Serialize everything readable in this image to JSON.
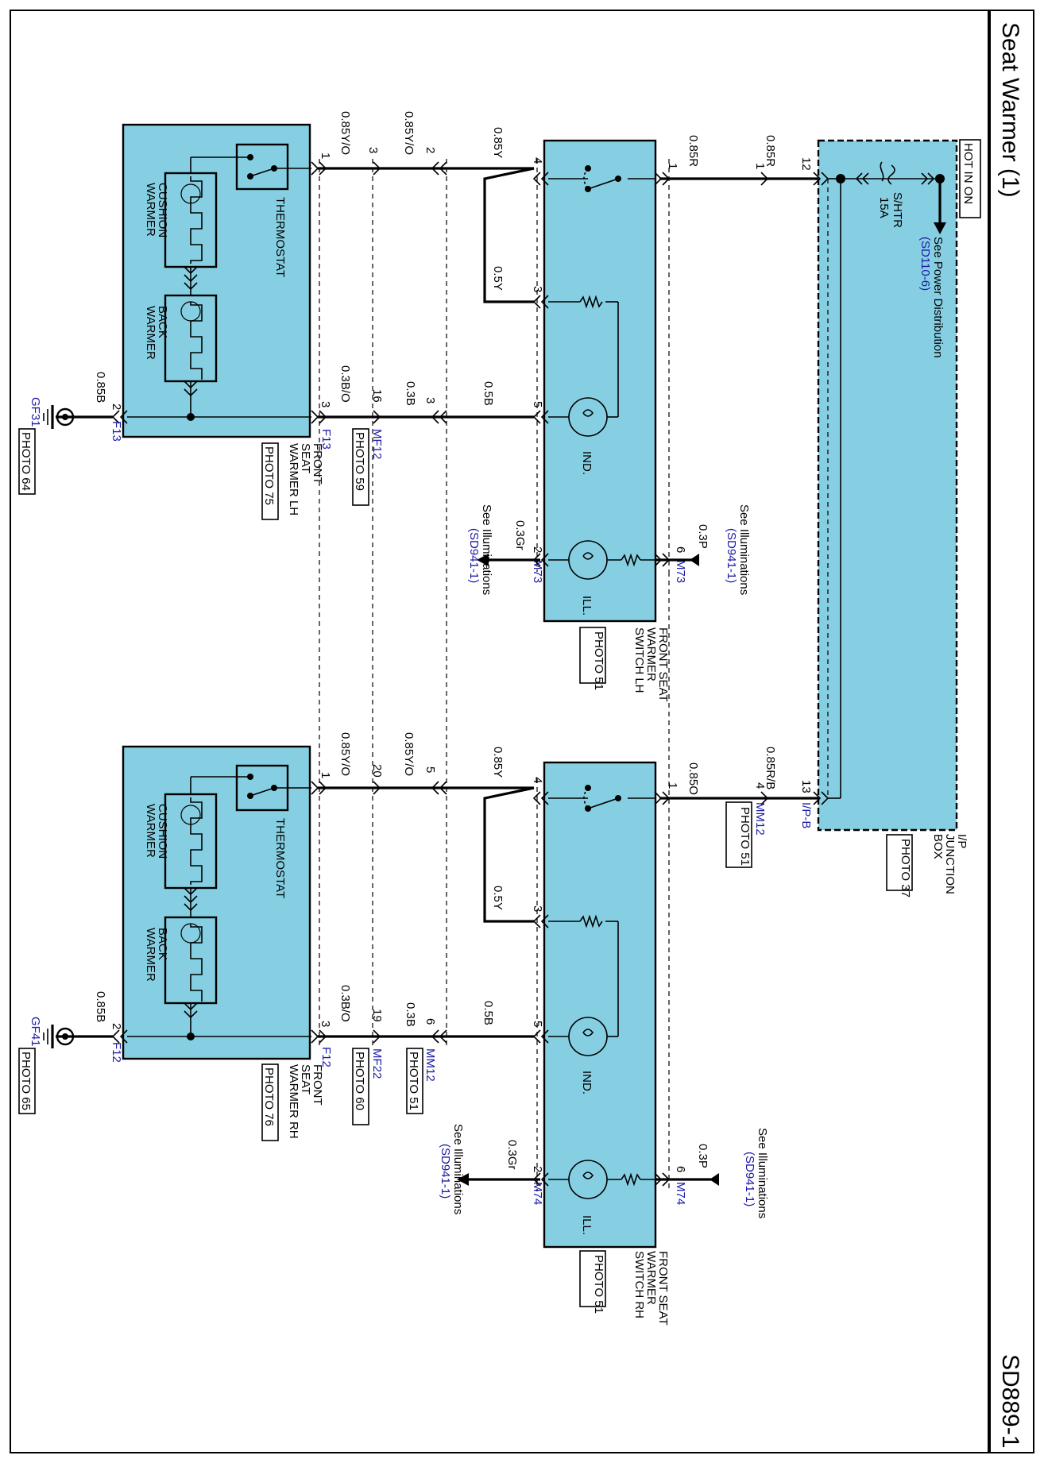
{
  "page": {
    "title": "Seat Warmer (1)",
    "code": "SD889-1"
  },
  "junction_box": {
    "hot_label": "HOT IN ON",
    "fuse_name": "S/HTR",
    "fuse_rating": "15A",
    "power_ref_text": "See Power Distribution",
    "power_ref_link": "(SD110-6)",
    "name_lines": [
      "I/P",
      "JUNCTION",
      "BOX"
    ],
    "photo": "PHOTO 37",
    "pin_lh": "12",
    "pin_rh": "13",
    "connector_rh": "I/P-B"
  },
  "lh": {
    "switch_name_lines": [
      "FRONT SEAT",
      "WARMER",
      "SWITCH LH"
    ],
    "switch_photo": "PHOTO 51",
    "warmer_name_lines": [
      "FRONT",
      "SEAT",
      "WARMER LH"
    ],
    "warmer_photo": "PHOTO 75",
    "connector_sw": "M73",
    "connector_warmer": "F13",
    "connector_mid": "MF12",
    "connector_mid_photo": "PHOTO 59",
    "ground": "GF31",
    "ground_photo": "PHOTO 64",
    "wire_power": "0.85R",
    "wire_power_in": "0.85R",
    "wire_y_sw": "0.85Y",
    "wire_yo_mid": "0.85Y/O",
    "wire_yo_warmer": "0.85Y/O",
    "wire_b_sw": "0.5B",
    "wire_b_mid": "0.3B",
    "wire_bo_warmer": "0.3B/O",
    "wire_ground": "0.85B",
    "wire_ill_p": "0.3P",
    "wire_ill_gr": "0.3Gr",
    "wire_jump": "0.5Y",
    "pins": {
      "sw_power": "1",
      "in_power": "1",
      "sw_y": "4",
      "sw_3": "3",
      "sw_5": "5",
      "sw_6": "6",
      "sw_2": "2",
      "mid_y_a": "2",
      "mid_y_b": "3",
      "warmer_1": "1",
      "mid_b_a": "3",
      "mid_b_b": "16",
      "warmer_3": "3",
      "warmer_2": "2"
    }
  },
  "rh": {
    "switch_name_lines": [
      "FRONT SEAT",
      "WARMER",
      "SWITCH RH"
    ],
    "switch_photo": "PHOTO 51",
    "warmer_name_lines": [
      "FRONT",
      "SEAT",
      "WARMER RH"
    ],
    "warmer_photo": "PHOTO 76",
    "connector_sw": "M74",
    "connector_warmer": "F12",
    "connector_mid": "MF22",
    "connector_mid_photo": "PHOTO 60",
    "connector_mm": "MM12",
    "connector_mm_photo": "PHOTO 51",
    "connector_mm_b": "MM12",
    "connector_mm_b_photo": "PHOTO 51",
    "ground": "GF41",
    "ground_photo": "PHOTO 65",
    "wire_power": "0.85O",
    "wire_power_in": "0.85R/B",
    "wire_y_sw": "0.85Y",
    "wire_yo_mid": "0.85Y/O",
    "wire_yo_warmer": "0.85Y/O",
    "wire_b_sw": "0.5B",
    "wire_b_mid": "0.3B",
    "wire_bo_warmer": "0.3B/O",
    "wire_ground": "0.85B",
    "wire_ill_p": "0.3P",
    "wire_ill_gr": "0.3Gr",
    "wire_jump": "0.5Y",
    "pins": {
      "sw_power": "1",
      "in_power": "4",
      "sw_y": "4",
      "sw_3": "3",
      "sw_5": "5",
      "sw_6": "6",
      "sw_2": "2",
      "mid_y_a": "5",
      "mid_y_b": "20",
      "warmer_1": "1",
      "mid_b_a": "6",
      "mid_b_b": "19",
      "warmer_3": "3",
      "warmer_2": "2"
    }
  },
  "common": {
    "ind_label": "IND.",
    "ill_label": "ILL.",
    "thermostat": "THERMOSTAT",
    "cushion_lines": [
      "CUSHION",
      "WARMER"
    ],
    "back_lines": [
      "BACK",
      "WARMER"
    ],
    "illum_ref_text": "See Illuminations",
    "illum_ref_link": "(SD941-1)"
  }
}
